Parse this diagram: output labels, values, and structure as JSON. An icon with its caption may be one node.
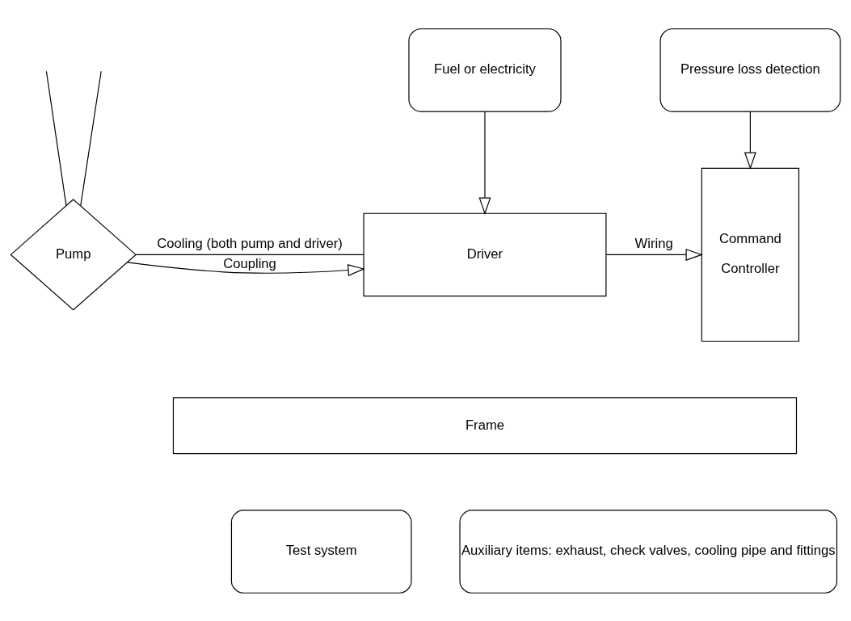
{
  "diagram": {
    "nodes": [
      {
        "text": [
          "Fuel or electricity"
        ]
      },
      {
        "text": [
          "Pressure loss detection"
        ]
      },
      {
        "text": [
          "Pump"
        ]
      },
      {
        "text": [
          "Driver"
        ]
      },
      {
        "text": [
          "Command",
          "Controller"
        ]
      },
      {
        "text": [
          "Frame"
        ]
      },
      {
        "text": [
          "Test system"
        ]
      },
      {
        "text": [
          "Auxiliary items: exhaust, check valves, cooling pipe and fittings"
        ]
      }
    ],
    "edges": [
      {
        "from": null,
        "to": 2,
        "arrow": "none"
      },
      {
        "from": null,
        "to": 2,
        "arrow": "none"
      },
      {
        "from": 2,
        "to": 3,
        "arrow": "none",
        "label": "Cooling (both pump and driver)"
      },
      {
        "from": 0,
        "to": 3,
        "arrow": "to"
      },
      {
        "from": 1,
        "to": 4,
        "arrow": "to"
      },
      {
        "from": 2,
        "to": 3,
        "arrow": "to",
        "label": "Coupling"
      },
      {
        "from": 3,
        "to": 4,
        "arrow": "to",
        "label": "Wiring"
      }
    ]
  }
}
